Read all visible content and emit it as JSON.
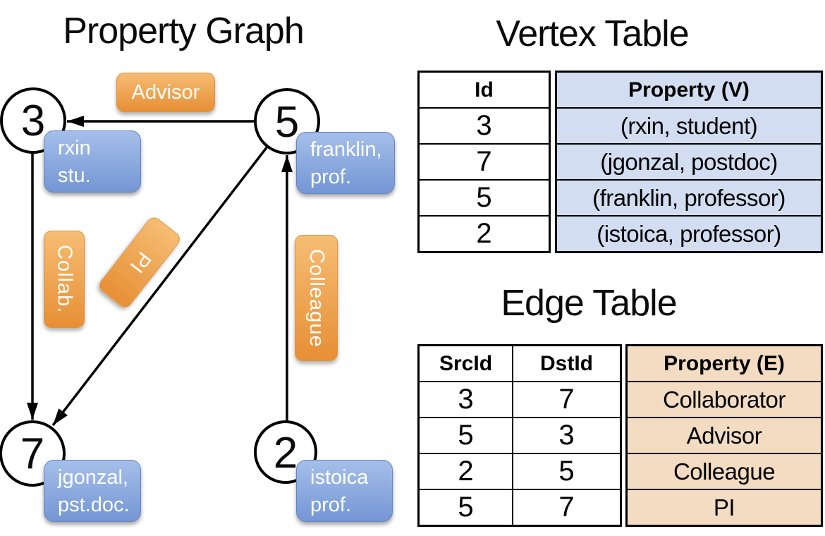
{
  "graph": {
    "title": "Property Graph",
    "nodes": [
      {
        "id": "3",
        "line1": "rxin",
        "line2": "stu."
      },
      {
        "id": "5",
        "line1": "franklin,",
        "line2": "prof."
      },
      {
        "id": "7",
        "line1": "jgonzal,",
        "line2": "pst.doc."
      },
      {
        "id": "2",
        "line1": "istoica",
        "line2": "prof."
      }
    ],
    "edge_labels": [
      {
        "label": "Advisor"
      },
      {
        "label": "Collab."
      },
      {
        "label": "PI"
      },
      {
        "label": "Colleague"
      }
    ]
  },
  "vertex_table": {
    "title": "Vertex Table",
    "col_id": "Id",
    "col_property": "Property (V)",
    "rows": [
      {
        "id": "3",
        "property": "(rxin, student)"
      },
      {
        "id": "7",
        "property": "(jgonzal, postdoc)"
      },
      {
        "id": "5",
        "property": "(franklin, professor)"
      },
      {
        "id": "2",
        "property": "(istoica, professor)"
      }
    ]
  },
  "edge_table": {
    "title": "Edge Table",
    "col_src": "SrcId",
    "col_dst": "DstId",
    "col_property": "Property (E)",
    "rows": [
      {
        "src": "3",
        "dst": "7",
        "property": "Collaborator"
      },
      {
        "src": "5",
        "dst": "3",
        "property": "Advisor"
      },
      {
        "src": "2",
        "dst": "5",
        "property": "Colleague"
      },
      {
        "src": "5",
        "dst": "7",
        "property": "PI"
      }
    ]
  },
  "colors": {
    "vertex_box_top": "#a5bfea",
    "vertex_box_bottom": "#7496d4",
    "edge_box_top": "#f6bd74",
    "edge_box_bottom": "#e78f35",
    "vertex_table_cell": "#d2ddf1",
    "edge_table_cell": "#f3dcc1",
    "line": "#000000"
  }
}
